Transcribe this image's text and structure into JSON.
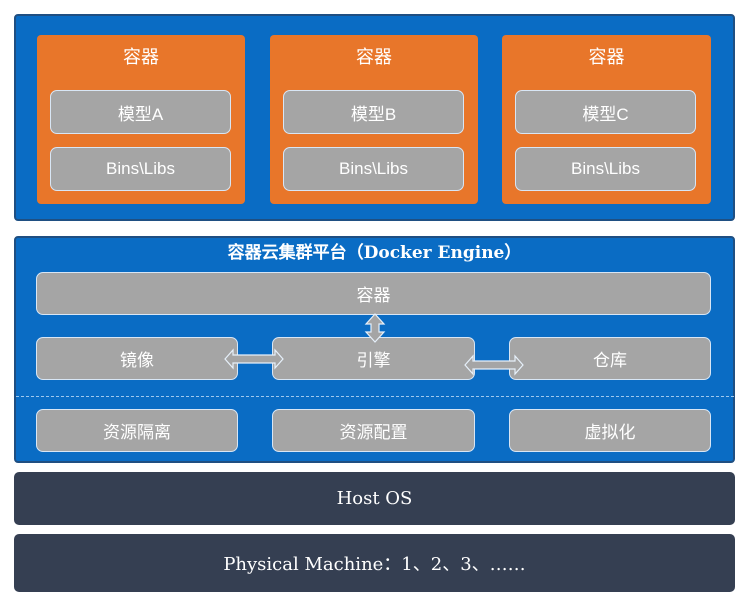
{
  "containers": [
    {
      "title": "容器",
      "model": "模型A",
      "libs": "Bins\\Libs"
    },
    {
      "title": "容器",
      "model": "模型B",
      "libs": "Bins\\Libs"
    },
    {
      "title": "容器",
      "model": "模型C",
      "libs": "Bins\\Libs"
    }
  ],
  "engine": {
    "title": "容器云集群平台（Docker Engine）",
    "container": "容器",
    "row": [
      "镜像",
      "引擎",
      "仓库"
    ],
    "resources": [
      "资源隔离",
      "资源配置",
      "虚拟化"
    ]
  },
  "host_os": "Host OS",
  "physical": "Physical Machine：1、2、3、……",
  "colors": {
    "panel": "#0a6cc4",
    "container": "#e8762a",
    "box": "#a5a5a5",
    "dark": "#353f52"
  }
}
